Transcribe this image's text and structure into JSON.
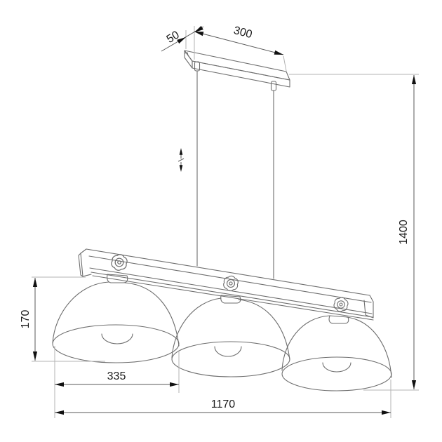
{
  "drawing": {
    "subject": "pendant-lamp-3-shade-technical-drawing",
    "dimensions": {
      "canopy_depth_mm": "50",
      "canopy_length_mm": "300",
      "suspension_height_mm": "1400",
      "shade_height_mm": "170",
      "shade_diameter_mm": "335",
      "fixture_length_mm": "1170"
    },
    "colors": {
      "object_line": "#6e6e6e",
      "extension_line": "#b3b3b3",
      "dimension_line": "#5a5a5a",
      "arrow": "#111111",
      "text": "#1c1c1c",
      "background": "#ffffff"
    }
  }
}
